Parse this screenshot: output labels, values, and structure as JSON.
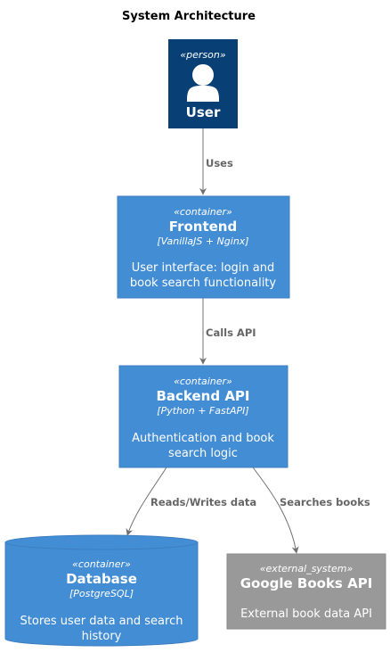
{
  "title": "System Architecture",
  "colors": {
    "person_fill": "#083f75",
    "container_fill": "#438dd5",
    "container_stroke": "#3c7fc0",
    "external_fill": "#999999",
    "external_stroke": "#8a8a8a",
    "edge": "#707070",
    "edge_label": "#666666"
  },
  "nodes": {
    "user": {
      "stereotype": "«person»",
      "name": "User",
      "icon": "person-icon"
    },
    "frontend": {
      "stereotype": "«container»",
      "name": "Frontend",
      "technology": "[VanillaJS + Nginx]",
      "description": [
        "User interface: login and",
        "book search functionality"
      ]
    },
    "backend": {
      "stereotype": "«container»",
      "name": "Backend API",
      "technology": "[Python + FastAPI]",
      "description": [
        "Authentication and book",
        "search logic"
      ]
    },
    "database": {
      "stereotype": "«container»",
      "name": "Database",
      "technology": "[PostgreSQL]",
      "description": [
        "Stores user data and search",
        "history"
      ]
    },
    "google_books": {
      "stereotype": "«external_system»",
      "name": "Google Books API",
      "description": [
        "External book data API"
      ]
    }
  },
  "edges": [
    {
      "from": "user",
      "to": "frontend",
      "label": "Uses"
    },
    {
      "from": "frontend",
      "to": "backend",
      "label": "Calls API"
    },
    {
      "from": "backend",
      "to": "database",
      "label": "Reads/Writes data"
    },
    {
      "from": "backend",
      "to": "google_books",
      "label": "Searches books"
    }
  ]
}
